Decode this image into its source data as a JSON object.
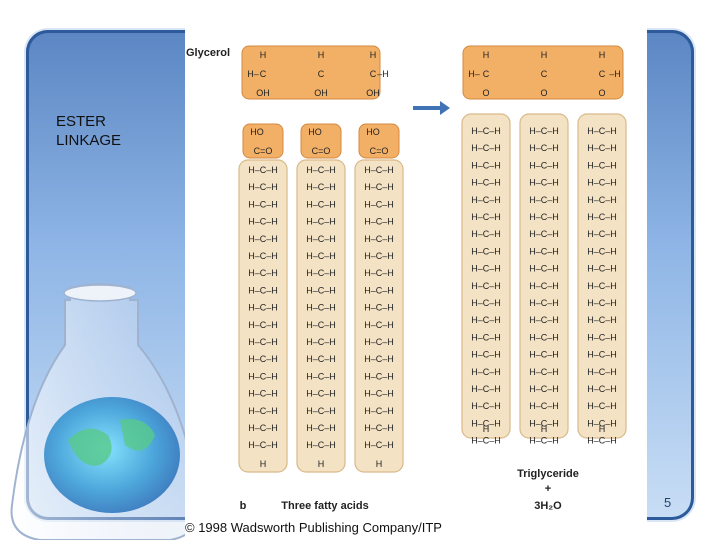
{
  "slide": {
    "label": "ESTER\nLINKAGE",
    "number": "5"
  },
  "figure": {
    "glycerol_label": "Glycerol",
    "panel_letter": "b",
    "fatty_acids_label": "Three fatty acids",
    "product_label": "Triglyceride",
    "plus": "+",
    "water_label": "3H₂O",
    "copyright": "© 1998 Wadsworth Publishing Company/ITP"
  },
  "colors": {
    "panel": "#5b86c3",
    "molecule_fill": "#f3e2c4",
    "glycerol_fill": "#f2b067",
    "arrow": "#3f73b5"
  }
}
